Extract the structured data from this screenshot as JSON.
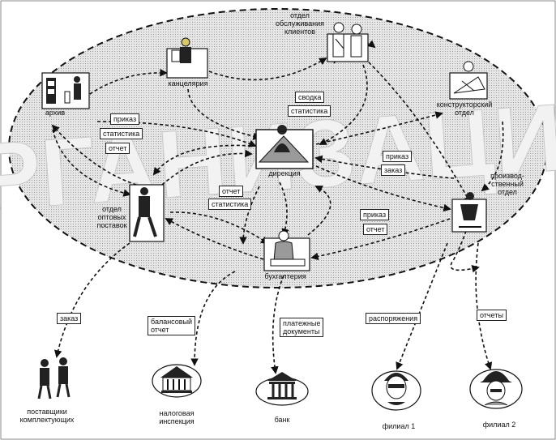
{
  "nodes": {
    "archive": "архив",
    "chancellery": "канцелярия",
    "client_service": "отдел\nобслуживания\nклиентов",
    "design": "конструкторский\nотдел",
    "directorate": "дирекция",
    "production": "производ-\nственный\nотдел",
    "wholesale": "отдел\nоптовых\nпоставок",
    "accounting": "бухгалтерия",
    "suppliers": "поставщики\nкомплектующих",
    "tax": "налоговая\nинспекция",
    "bank": "банк",
    "branch1": "филиал  1",
    "branch2": "филиал 2"
  },
  "tags": {
    "order_a": "приказ",
    "statistics_a": "статистика",
    "report_a": "отчет",
    "summary": "сводка",
    "statistics_b": "статистика",
    "order_b": "приказ",
    "order_c": "заказ",
    "report_b": "отчет",
    "statistics_c": "статистика",
    "order_d": "приказ",
    "report_c": "отчет",
    "order_e": "заказ",
    "balance_report": "балансовый\nотчет",
    "payment_docs": "платежные\nдокументы",
    "directives": "распоряжения",
    "reports": "отчеты"
  },
  "watermark": "ОРГАНИЗАЦИЯ",
  "colors": {
    "ink": "#111111",
    "ellipse_fill": "#d4d4d4"
  }
}
